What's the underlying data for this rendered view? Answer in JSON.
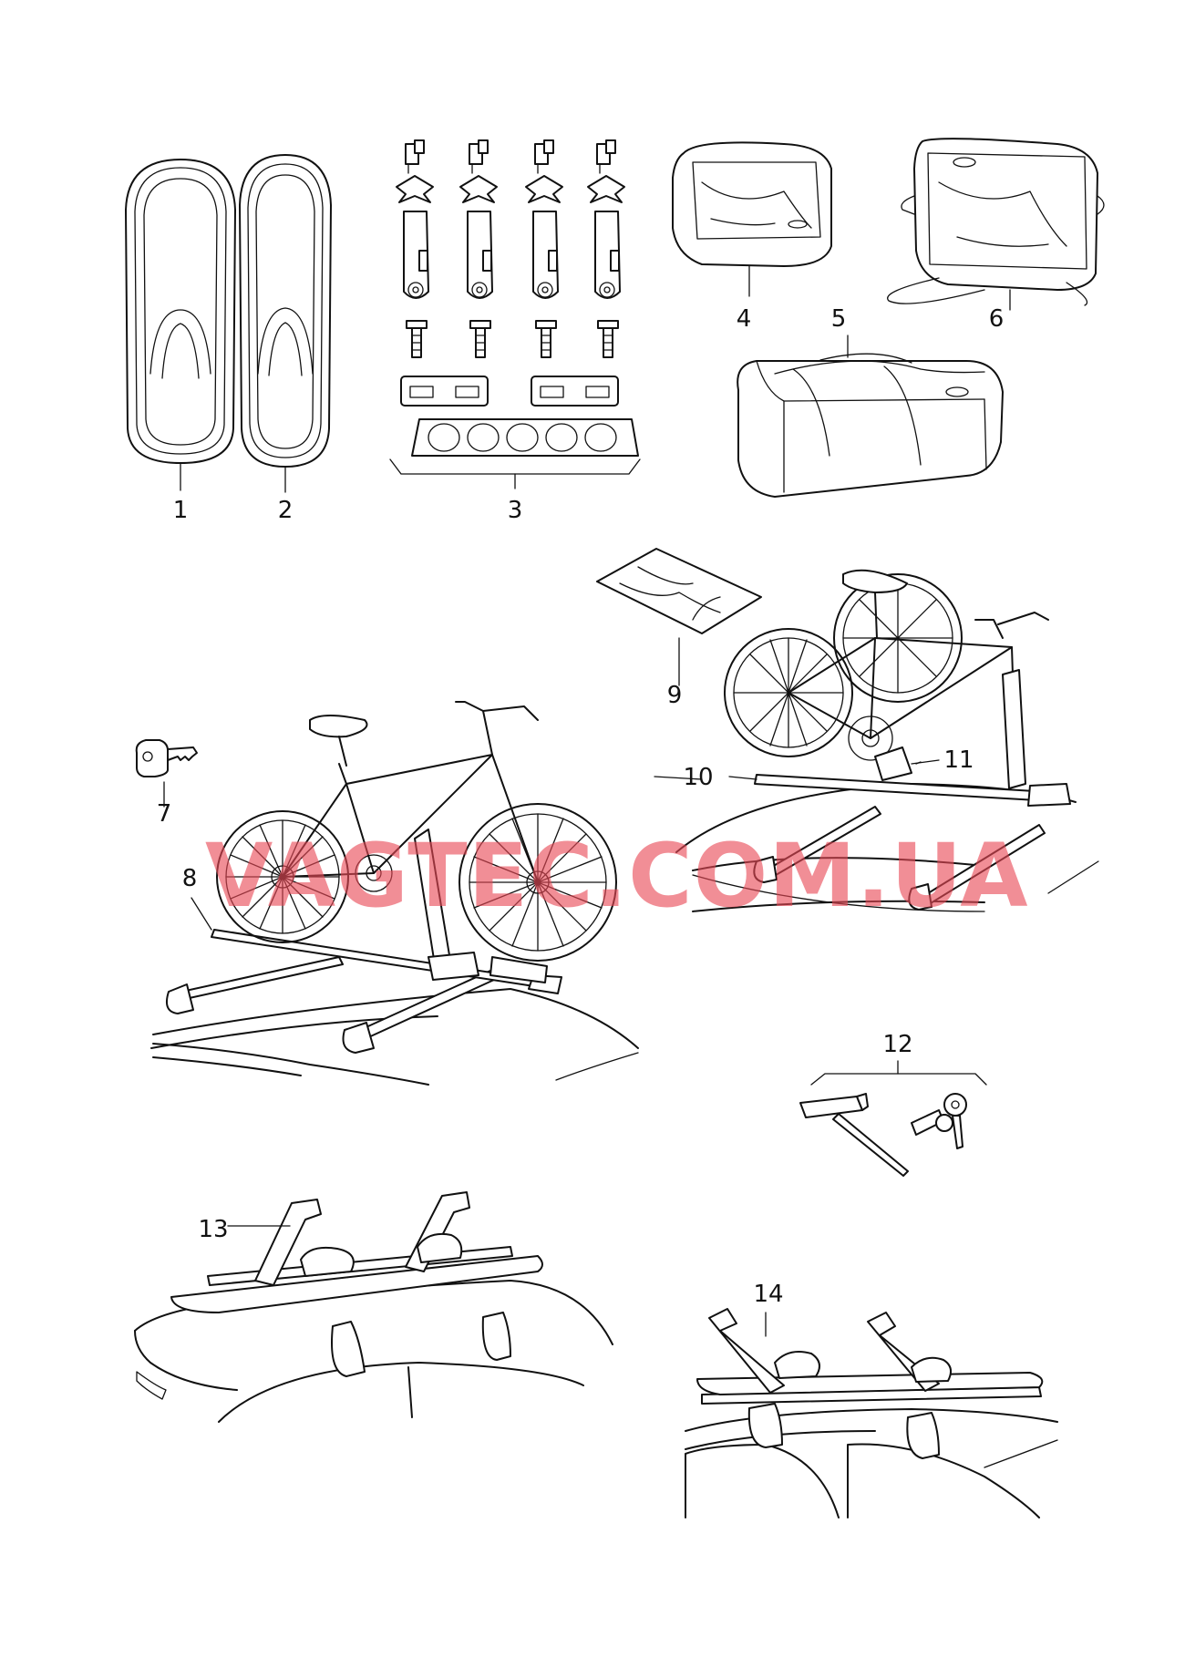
{
  "diagram": {
    "callouts": {
      "c1": "1",
      "c2": "2",
      "c3": "3",
      "c4": "4",
      "c5": "5",
      "c6": "6",
      "c7": "7",
      "c8": "8",
      "c9": "9",
      "c10": "10",
      "c11": "11",
      "c12": "12",
      "c13": "13",
      "c14": "14"
    },
    "watermark": "VAGTEC.COM.UA",
    "parts": {
      "roof_box_small": "roof-box",
      "roof_box_large": "roof-box",
      "mounting_kit": "mounting-kit",
      "bag_small": "bag",
      "bag_duffel": "bag",
      "bag_large": "bag",
      "key": "key-icon",
      "bicycle_rack": "bicycle-rack",
      "protective_cover": "cover",
      "lock_set": "lock-set",
      "ski_rack": "ski-rack"
    }
  }
}
